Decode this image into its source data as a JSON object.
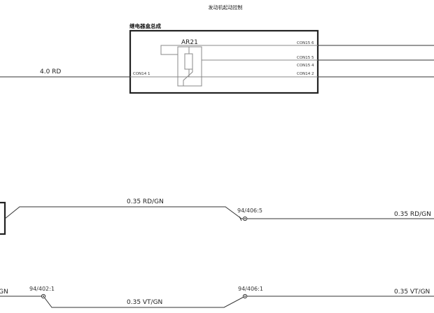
{
  "title": "发动机起动控制",
  "relay_box": {
    "label": "继电器盒总成",
    "component": "AR21",
    "pins": {
      "con15_6": "CON15 6",
      "con15_5": "CON15 5",
      "con15_4": "CON15 4",
      "con14_1": "CON14 1",
      "con14_2": "CON14 2"
    }
  },
  "wires": {
    "main_feed": "4.0  RD",
    "rd_gn_left": "0.35  RD/GN",
    "rd_gn_right": "0.35  RD/GN",
    "vt_gn_left": "GN",
    "vt_gn_mid": "0.35  VT/GN",
    "vt_gn_right": "0.35  VT/GN"
  },
  "connectors": {
    "c_94_406_5": "94/406:5",
    "c_94_402_1": "94/402:1",
    "c_94_406_1": "94/406:1"
  }
}
